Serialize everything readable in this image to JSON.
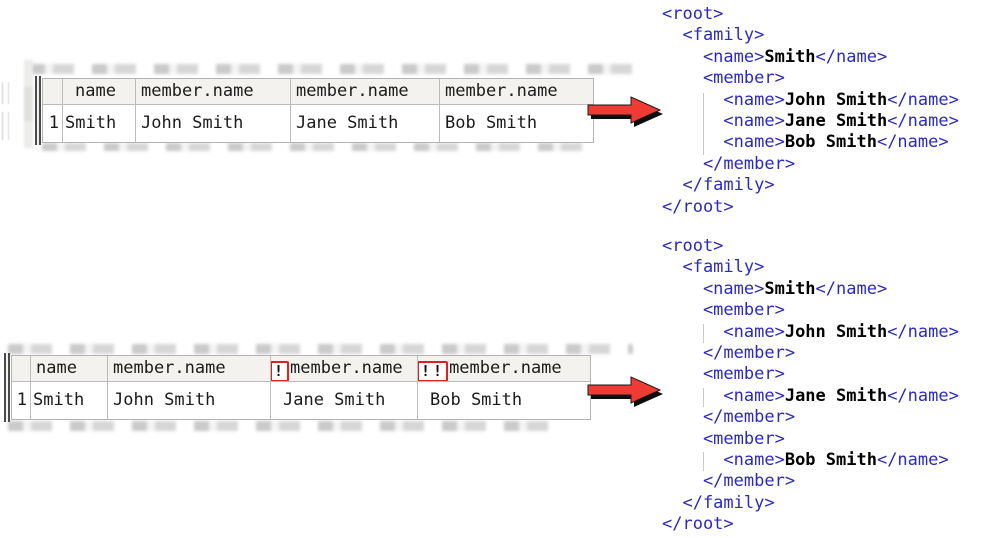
{
  "colors": {
    "xml_tag": "#2929c8",
    "xml_value": "#000000",
    "arrow_red": "#ee3b33",
    "arrow_shadow": "#0d0d0d",
    "error_badge_border": "#dd241b",
    "grid_border": "#b3b3b3",
    "grid_header_bg": "#f3f2ee"
  },
  "top_table": {
    "row_number": "1",
    "columns": [
      {
        "header": "name",
        "cell": "Smith"
      },
      {
        "header": "member.name",
        "cell": "John Smith"
      },
      {
        "header": "member.name",
        "cell": "Jane Smith"
      },
      {
        "header": "member.name",
        "cell": "Bob Smith"
      }
    ]
  },
  "bottom_table": {
    "row_number": "1",
    "columns": [
      {
        "header": "name",
        "cell": "Smith"
      },
      {
        "header": "member.name",
        "cell": "John Smith"
      },
      {
        "header": "member.name",
        "cell": "Jane Smith",
        "warning": "!"
      },
      {
        "header": "member.name",
        "cell": "Bob Smith",
        "warning": "!!"
      }
    ]
  },
  "xml_top": {
    "lines": [
      {
        "open": "<root>"
      },
      {
        "open": "  <family>"
      },
      {
        "open": "    <name>",
        "text": "Smith",
        "close": "</name>"
      },
      {
        "open": "    <member>"
      },
      {
        "open": "      <name>",
        "text": "John Smith",
        "close": "</name>"
      },
      {
        "open": "      <name>",
        "text": "Jane Smith",
        "close": "</name>"
      },
      {
        "open": "      <name>",
        "text": "Bob Smith",
        "close": "</name>"
      },
      {
        "open": "    </member>"
      },
      {
        "open": "  </family>"
      },
      {
        "open": "</root>"
      }
    ]
  },
  "xml_bottom": {
    "lines": [
      {
        "open": "<root>"
      },
      {
        "open": "  <family>"
      },
      {
        "open": "    <name>",
        "text": "Smith",
        "close": "</name>"
      },
      {
        "open": "    <member>"
      },
      {
        "open": "      <name>",
        "text": "John Smith",
        "close": "</name>"
      },
      {
        "open": "    </member>"
      },
      {
        "open": "    <member>"
      },
      {
        "open": "      <name>",
        "text": "Jane Smith",
        "close": "</name>"
      },
      {
        "open": "    </member>"
      },
      {
        "open": "    <member>"
      },
      {
        "open": "      <name>",
        "text": "Bob Smith",
        "close": "</name>"
      },
      {
        "open": "    </member>"
      },
      {
        "open": "  </family>"
      },
      {
        "open": "</root>"
      }
    ]
  }
}
